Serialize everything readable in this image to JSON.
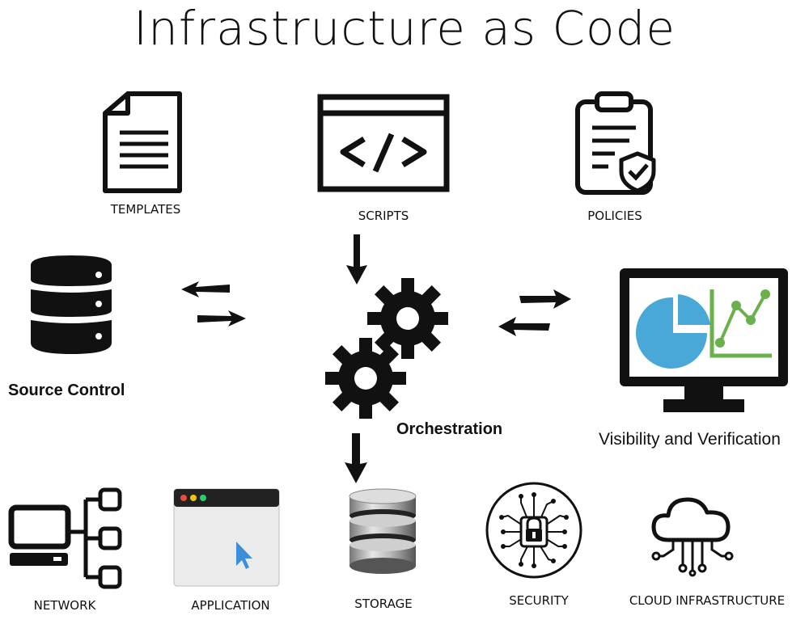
{
  "title": "Infrastructure as Code",
  "inputs": {
    "templates": "TEMPLATES",
    "scripts": "SCRIPTS",
    "policies": "POLICIES"
  },
  "center": {
    "orchestration": "Orchestration"
  },
  "sides": {
    "source_control": "Source Control",
    "visibility": "Visibility and Verification"
  },
  "targets": {
    "network": "NETWORK",
    "application": "APPLICATION",
    "storage": "STORAGE",
    "security": "SECURITY",
    "cloud": "CLOUD INFRASTRUCTURE"
  },
  "colors": {
    "ink": "#111111",
    "chart_blue": "#4aa8d8",
    "chart_green": "#6ab04c",
    "cursor_blue": "#3b8fd9"
  }
}
